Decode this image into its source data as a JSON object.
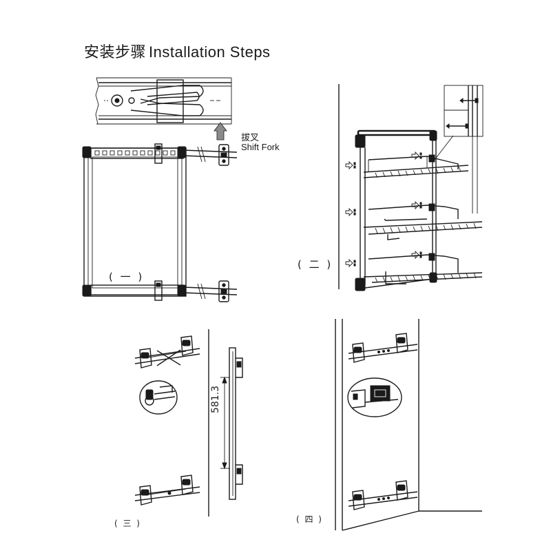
{
  "title": {
    "cn": "安装步骤",
    "en": "Installation Steps"
  },
  "labels": {
    "shift_fork_cn": "拔叉",
    "shift_fork_en": "Shift Fork",
    "step1": "( 一 )",
    "step2": "( 二 )",
    "step3": "( 三 )",
    "step4": "( 四 )",
    "dimension": "581.3"
  }
}
